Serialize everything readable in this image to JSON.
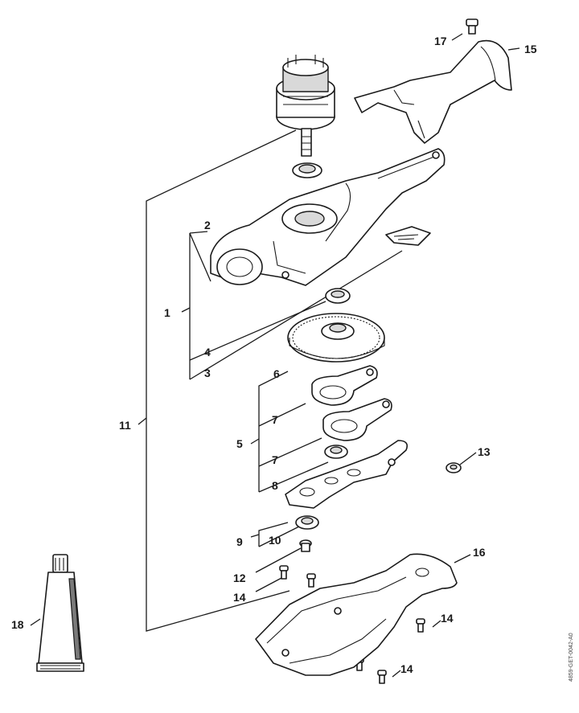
{
  "callouts": {
    "c1": "1",
    "c2": "2",
    "c3": "3",
    "c4": "4",
    "c5": "5",
    "c6": "6",
    "c7a": "7",
    "c7b": "7",
    "c8": "8",
    "c9": "9",
    "c10": "10",
    "c11": "11",
    "c12": "12",
    "c13": "13",
    "c14a": "14",
    "c14b": "14",
    "c14c": "14",
    "c15": "15",
    "c16": "16",
    "c17": "17",
    "c18": "18"
  },
  "drawing_ref": "4859-GET-0042-A0",
  "colors": {
    "line": "#1a1a1a",
    "fill": "#ffffff",
    "shade": "#d9d9d9"
  }
}
